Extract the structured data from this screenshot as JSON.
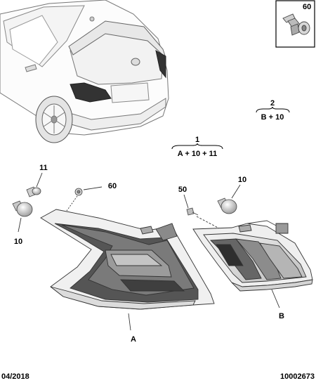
{
  "callouts": {
    "kit1": {
      "ref": "1",
      "formula": "A + 10 + 11"
    },
    "kit2": {
      "ref": "2",
      "formula": "B + 10"
    },
    "inset": {
      "ref": "60"
    },
    "bulb11": {
      "ref": "11"
    },
    "bulb10_left": {
      "ref": "10"
    },
    "clip60": {
      "ref": "60"
    },
    "screw50": {
      "ref": "50"
    },
    "bulb10_right": {
      "ref": "10"
    },
    "lampA": {
      "ref": "A"
    },
    "lampB": {
      "ref": "B"
    }
  },
  "footer": {
    "date": "04/2018",
    "drawing_number": "10002673"
  }
}
